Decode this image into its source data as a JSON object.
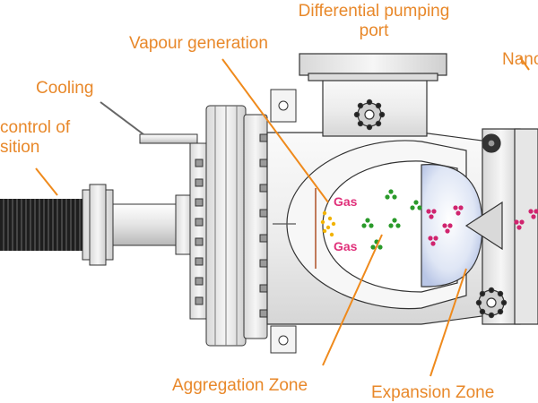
{
  "labels": {
    "differential_pumping_port_line1": "Differential pumping",
    "differential_pumping_port_line2": "port",
    "vapour_generation": "Vapour generation",
    "cooling": "Cooling",
    "control_line1": "control of",
    "control_line2": "sition",
    "nano": "Nano",
    "gas_top": "Gas",
    "gas_bottom": "Gas",
    "aggregation_zone": "Aggregation Zone",
    "expansion_zone": "Expansion Zone"
  },
  "colors": {
    "label_orange": "#e8882a",
    "arrow_orange": "#ef8a1c",
    "gas_pink": "#e0307a",
    "dot_yellow": "#f2b300",
    "dot_green": "#2a9a2a",
    "dot_magenta": "#d0246e",
    "metal_dark": "#2b2b2b",
    "metal_body": "#eeeeee"
  }
}
